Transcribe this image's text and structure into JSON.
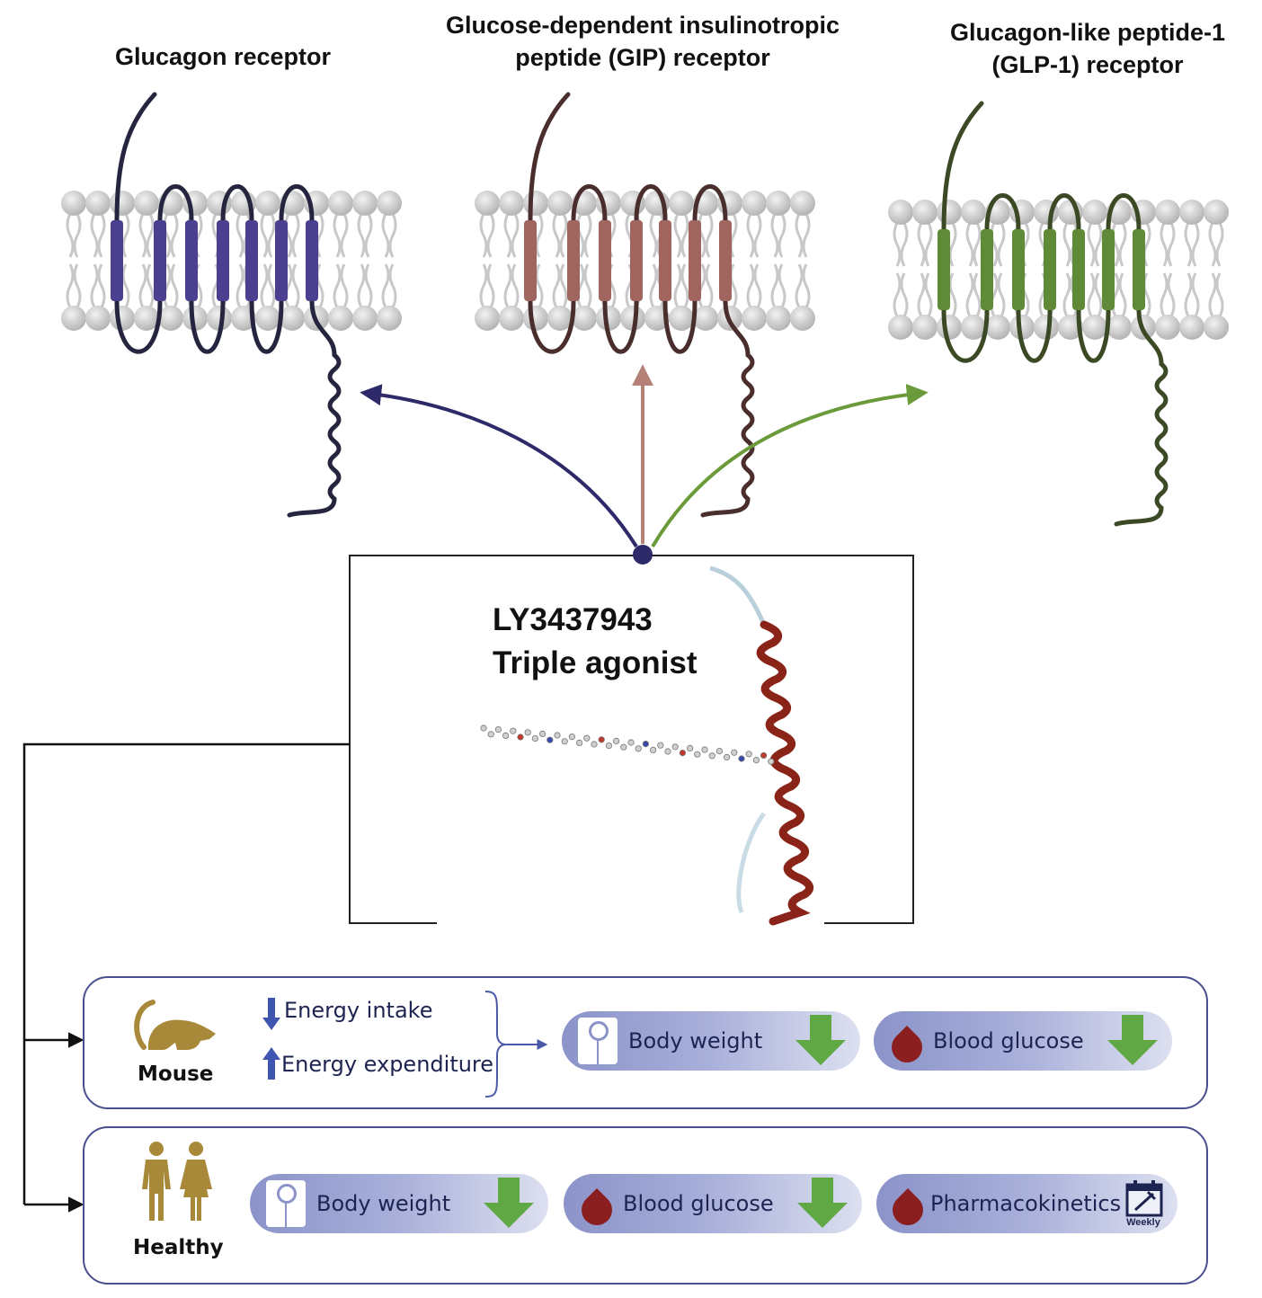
{
  "receptors": [
    {
      "name": "Glucagon receptor",
      "line_color": "#25253f",
      "tm_color": "#4b3f8f",
      "arrow_color": "#2e2a6a"
    },
    {
      "name": "Glucose-dependent insulinotropic peptide (GIP) receptor",
      "line1": "Glucose-dependent insulinotropic",
      "line2": "peptide (GIP) receptor",
      "line_color": "#4a2e2e",
      "tm_color": "#a0655f",
      "arrow_color": "#b58078"
    },
    {
      "name": "Glucagon-like peptide-1 (GLP-1) receptor",
      "line1": "Glucagon-like peptide-1",
      "line2": "(GLP-1) receptor",
      "line_color": "#3b4a25",
      "tm_color": "#5f8a37",
      "arrow_color": "#6a9a3a"
    }
  ],
  "agonist": {
    "code": "LY3437943",
    "label": "Triple agonist",
    "helix_color": "#8b2418"
  },
  "mouse": {
    "label": "Mouse",
    "icon": "mouse-icon",
    "effects": [
      {
        "label": "Energy intake",
        "direction": "down"
      },
      {
        "label": "Energy expenditure",
        "direction": "up"
      }
    ],
    "outcomes": [
      {
        "label": "Body weight",
        "icon": "scale-icon",
        "trend": "down"
      },
      {
        "label": "Blood glucose",
        "icon": "blood-drop-icon",
        "trend": "down"
      }
    ]
  },
  "healthy": {
    "label": "Healthy",
    "icon": "people-icon",
    "outcomes": [
      {
        "label": "Body weight",
        "icon": "scale-icon",
        "trend": "down"
      },
      {
        "label": "Blood glucose",
        "icon": "blood-drop-icon",
        "trend": "down"
      },
      {
        "label": "Pharmacokinetics",
        "icon": "blood-drop-icon",
        "badge_icon": "calendar-syringe-icon",
        "badge": "Weekly"
      }
    ]
  },
  "colors": {
    "accent_gold": "#a8893a",
    "arrow_green": "#5fa843",
    "drop_red": "#8b1f1f",
    "panel_border": "#4a4f8f",
    "text_navy": "#1d2452"
  }
}
